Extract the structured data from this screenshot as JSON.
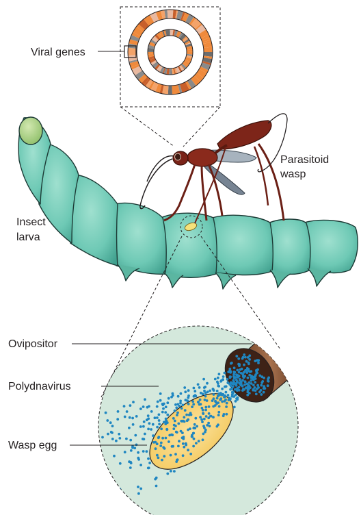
{
  "labels": {
    "viral_genes": "Viral genes",
    "parasitoid_wasp_line1": "Parasitoid",
    "parasitoid_wasp_line2": "wasp",
    "insect_larva_line1": "Insect",
    "insect_larva_line2": "larva",
    "ovipositor": "Ovipositor",
    "polydnavirus": "Polydnavirus",
    "wasp_egg": "Wasp egg"
  },
  "colors": {
    "larva_body": "#6ec9b5",
    "larva_outline": "#1d3b36",
    "larva_head": "#a9cf84",
    "wasp_body": "#7d2519",
    "wasp_wing": "#6a7a8c",
    "ring_orange": "#ef8a3c",
    "ring_gray": "#8a8a8a",
    "virus_dot": "#1f86c1",
    "egg_fill": "#f9d77a",
    "inset_bg": "#cfe6d9",
    "ovipositor_brown": "#8c5a3c"
  }
}
